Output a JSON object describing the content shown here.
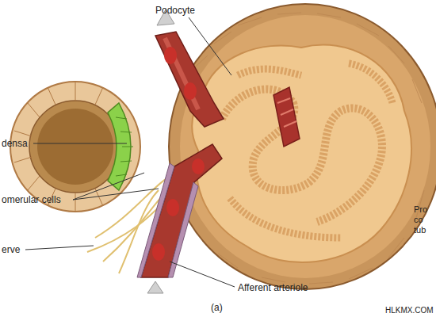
{
  "diagram": {
    "labels": [
      "Podocyte",
      "densa",
      "omerular cells",
      "erve",
      "Afferent arteriole",
      "Pro co tub",
      "(a)",
      "HLKMX.COM"
    ]
  }
}
